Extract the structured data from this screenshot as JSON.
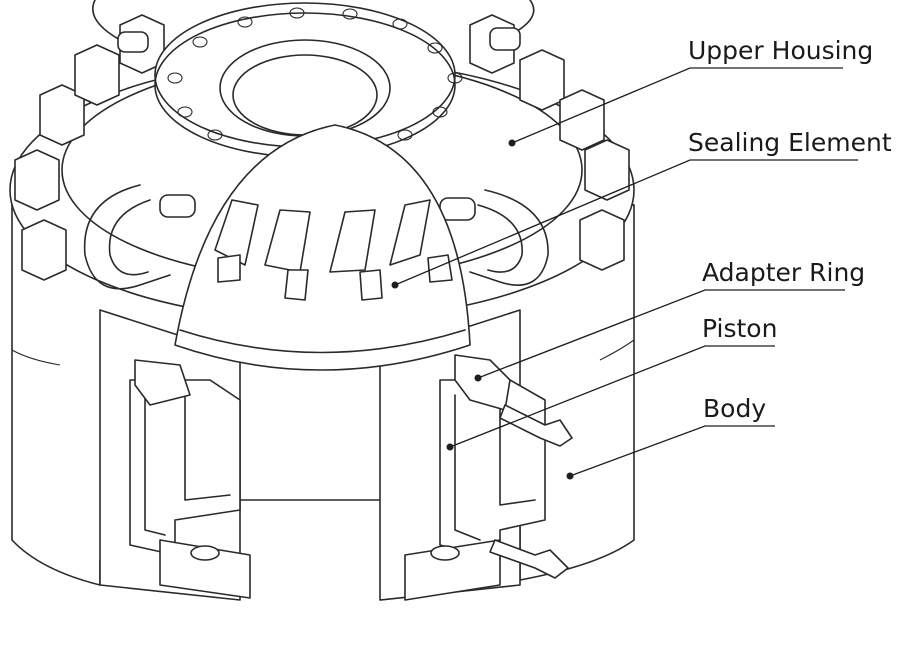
{
  "labels": [
    {
      "key": "upper-housing",
      "text": "Upper Housing"
    },
    {
      "key": "sealing-element",
      "text": "Sealing Element"
    },
    {
      "key": "adapter-ring",
      "text": "Adapter Ring"
    },
    {
      "key": "piston",
      "text": "Piston"
    },
    {
      "key": "body",
      "text": "Body"
    }
  ],
  "colors": {
    "line": "#2a2a2a",
    "background": "#ffffff"
  }
}
